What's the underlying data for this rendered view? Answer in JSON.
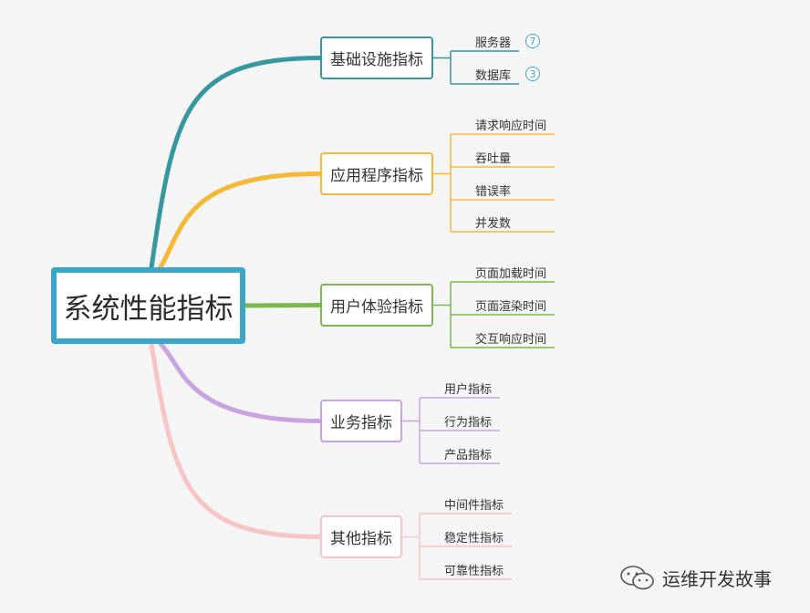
{
  "root": {
    "label": "系统性能指标",
    "color": "#3aa6c8"
  },
  "branches": [
    {
      "label": "基础设施指标",
      "color": "#36979f",
      "leaves": [
        {
          "label": "服务器",
          "badge": "7"
        },
        {
          "label": "数据库",
          "badge": "3"
        }
      ]
    },
    {
      "label": "应用程序指标",
      "color": "#f6b936",
      "leaves": [
        {
          "label": "请求响应时间"
        },
        {
          "label": "吞吐量"
        },
        {
          "label": "错误率"
        },
        {
          "label": "并发数"
        }
      ]
    },
    {
      "label": "用户体验指标",
      "color": "#7bb84e",
      "leaves": [
        {
          "label": "页面加载时间"
        },
        {
          "label": "页面渲染时间"
        },
        {
          "label": "交互响应时间"
        }
      ]
    },
    {
      "label": "业务指标",
      "color": "#c9a3e0",
      "leaves": [
        {
          "label": "用户指标"
        },
        {
          "label": "行为指标"
        },
        {
          "label": "产品指标"
        }
      ]
    },
    {
      "label": "其他指标",
      "color": "#f7c5c5",
      "leaves": [
        {
          "label": "中间件指标"
        },
        {
          "label": "稳定性指标"
        },
        {
          "label": "可靠性指标"
        }
      ]
    }
  ],
  "watermark": {
    "label": "运维开发故事",
    "icon": "wechat-icon"
  }
}
